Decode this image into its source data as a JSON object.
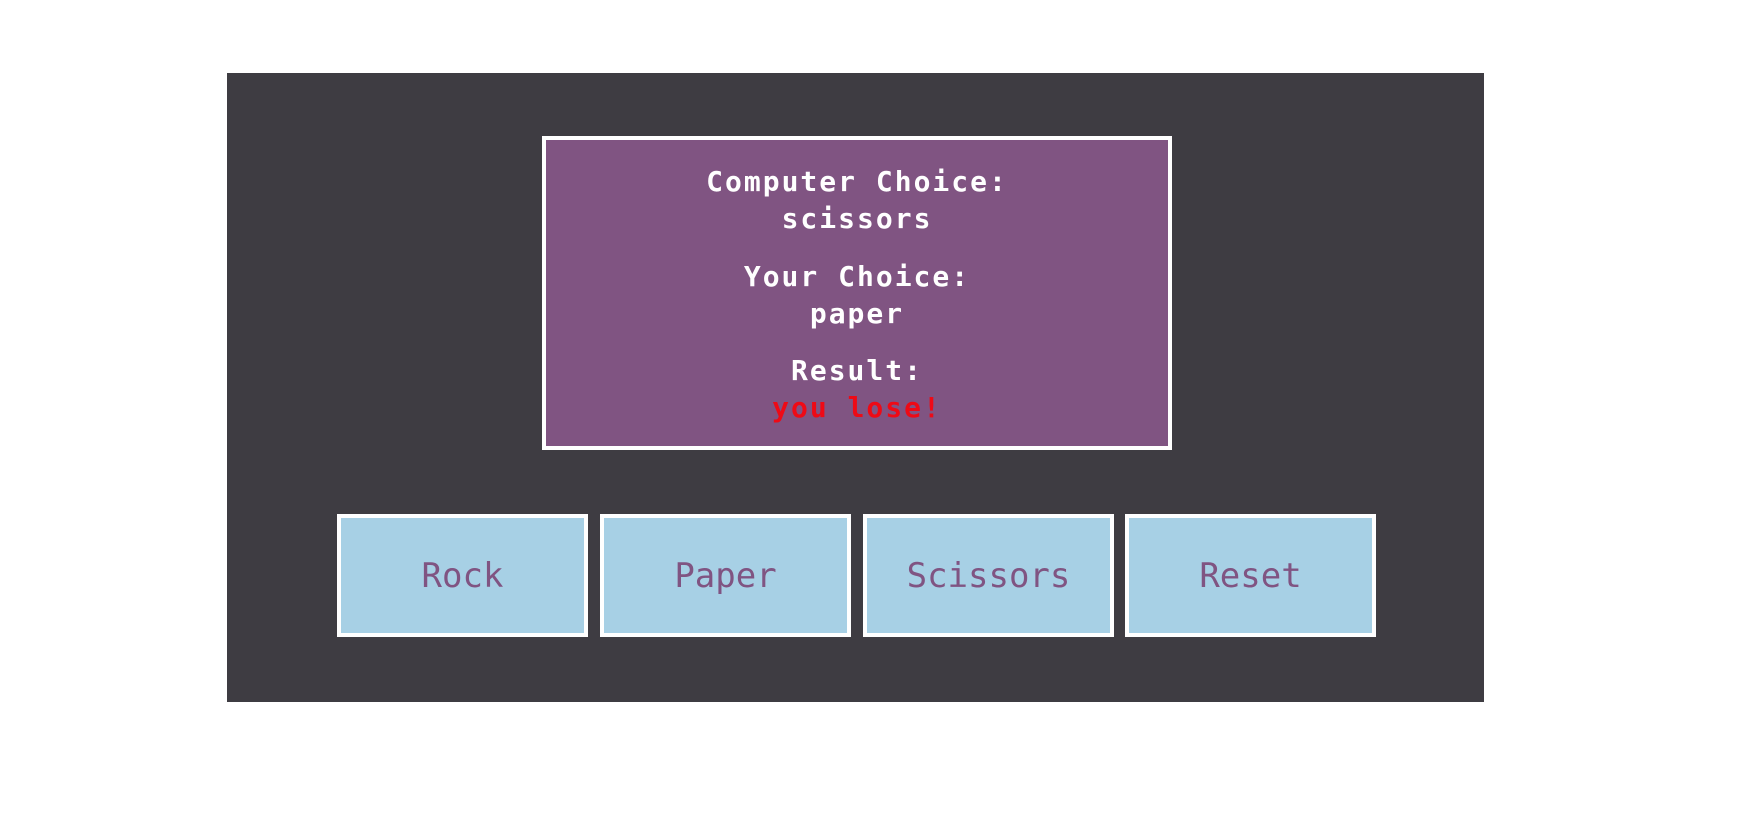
{
  "display": {
    "computer_label": "Computer Choice:",
    "computer_value": "scissors",
    "user_label": "Your Choice:",
    "user_value": "paper",
    "result_label": "Result:",
    "result_value": "you lose!"
  },
  "buttons": {
    "rock": "Rock",
    "paper": "Paper",
    "scissors": "Scissors",
    "reset": "Reset"
  },
  "colors": {
    "panel_bg": "#3e3c42",
    "display_bg": "#805482",
    "button_bg": "#a7d0e5",
    "button_text": "#805482",
    "result_lose": "#ee0a16"
  }
}
